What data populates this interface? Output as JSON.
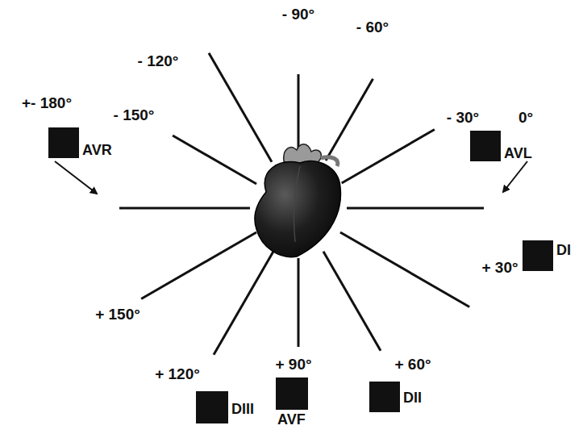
{
  "diagram": {
    "nodes": [
      {
        "text": [
          "AVR"
        ]
      },
      {
        "text": [
          "AVL"
        ]
      },
      {
        "text": [
          "DI"
        ]
      },
      {
        "text": [
          "DIII"
        ]
      },
      {
        "text": [
          "AVF"
        ]
      },
      {
        "text": [
          "DII"
        ]
      }
    ],
    "labels": [
      "- 90°",
      "- 60°",
      "- 120°",
      "+- 180°",
      "- 150°",
      "- 30°",
      "0°",
      "+ 30°",
      "+ 150°",
      "+ 120°",
      "+ 90°",
      "+ 60°"
    ]
  }
}
